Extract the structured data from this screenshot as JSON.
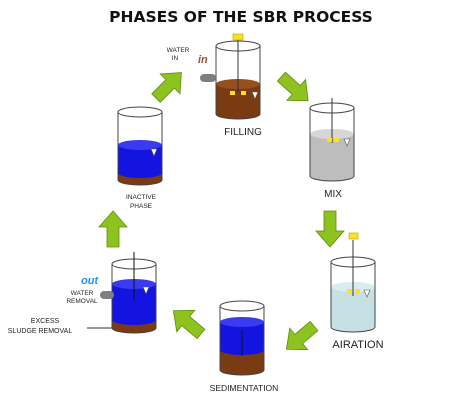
{
  "title": "PHASES OF THE SBR PROCESS",
  "phases": [
    {
      "id": "filling",
      "label": "FILLING"
    },
    {
      "id": "mix",
      "label": "MIX"
    },
    {
      "id": "airation",
      "label": "AIRATION"
    },
    {
      "id": "sedimentation",
      "label": "SEDIMENTATION"
    },
    {
      "id": "removal",
      "label": ""
    },
    {
      "id": "inactive",
      "label": "INACTIVE PHASE",
      "label_line1": "INACTIVE",
      "label_line2": "PHASE"
    }
  ],
  "annotations": {
    "water_in_line1": "WATER",
    "water_in_line2": "IN",
    "in_word": "in",
    "out_word": "out",
    "water_removal_line1": "WATER",
    "water_removal_line2": "REMOVAL",
    "excess_line1": "EXCESS",
    "excess_line2": "SLUDGE REMOVAL"
  },
  "colors": {
    "arrow": "#8dc21f",
    "arrow_stroke": "#5e8c10",
    "sludge": "#7a3a12",
    "water_blue": "#1414e0",
    "mix_gray": "#bdbdbd",
    "aeration_lightblue": "#c6e0e4",
    "mixer_yellow": "#ffe020",
    "valve_gray": "#7f7f7f",
    "in_text": "#a0522d",
    "out_text": "#1e90ff"
  }
}
